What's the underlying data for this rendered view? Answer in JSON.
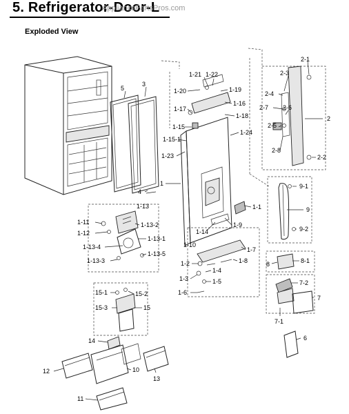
{
  "header": {
    "title": "5.  Refrigerator-Door-L",
    "watermark": "AppliancePartsPros.com",
    "subtitle": "Exploded View"
  },
  "callouts": [
    "5",
    "3",
    "1-21",
    "1-22",
    "1-20",
    "1-19",
    "1-17",
    "1-16",
    "1-18",
    "1-15",
    "1-24",
    "1-15-1",
    "1-23",
    "1",
    "4",
    "1-1",
    "1-13",
    "1-11",
    "1-13-2",
    "1-12",
    "1-13-1",
    "1-13-4",
    "1-13-5",
    "1-13-3",
    "1-14",
    "1-9",
    "1-10",
    "1-7",
    "1-2",
    "1-4",
    "1-8",
    "1-3",
    "1-5",
    "1-6",
    "2-1",
    "2-3",
    "2-4",
    "2-7",
    "2-6",
    "2",
    "2-5",
    "2-8",
    "2-2",
    "9-1",
    "9",
    "9-2",
    "8",
    "8-1",
    "7-2",
    "7",
    "7-1",
    "6",
    "15-1",
    "15-2",
    "15-3",
    "15",
    "14",
    "12",
    "10",
    "13",
    "11"
  ]
}
